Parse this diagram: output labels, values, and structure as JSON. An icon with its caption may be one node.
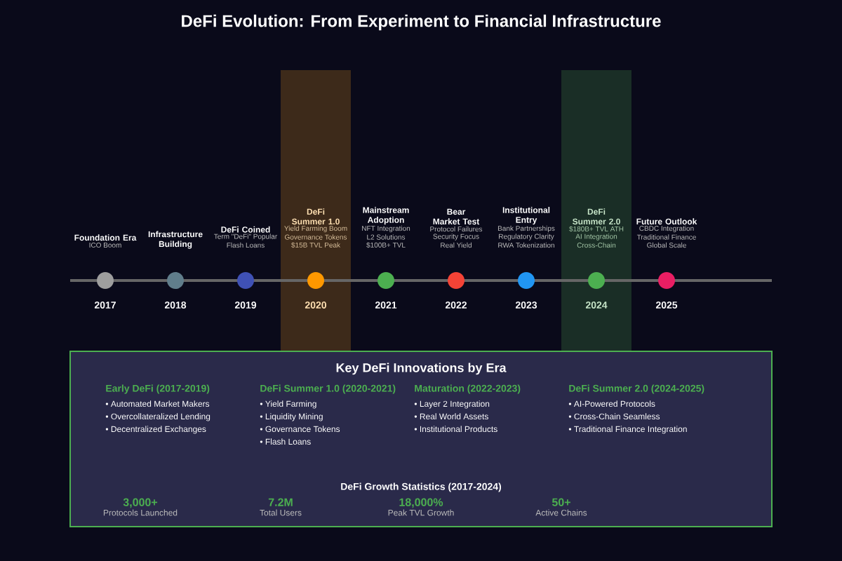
{
  "diagram": {
    "title": "DeFi Evolution: From Experiment to Financial Infrastructure",
    "nodes": [
      {
        "text": [],
        "shape": "circle",
        "beside": [
          "Foundation Era",
          "ICO Boom",
          "2017"
        ]
      },
      {
        "text": [],
        "shape": "circle",
        "beside": [
          "Infrastructure Building",
          "2018"
        ]
      },
      {
        "text": [],
        "shape": "circle",
        "beside": [
          "DeFi Coined",
          "Term \"DeFi\" Popular",
          "Flash Loans",
          "2019"
        ]
      },
      {
        "text": [],
        "shape": "circle",
        "beside": [
          "DeFi Summer 1.0",
          "Yield Farming Boom",
          "Governance Tokens",
          "$15B TVL Peak",
          "2020"
        ]
      },
      {
        "text": [],
        "shape": "circle",
        "beside": [
          "Mainstream Adoption",
          "NFT Integration",
          "L2 Solutions",
          "$100B+ TVL",
          "2021"
        ]
      },
      {
        "text": [],
        "shape": "circle",
        "beside": [
          "Bear Market Test",
          "Protocol Failures",
          "Security Focus",
          "Real Yield",
          "2022"
        ]
      },
      {
        "text": [],
        "shape": "circle",
        "beside": [
          "Institutional Entry",
          "Bank Partnerships",
          "Regulatory Clarity",
          "RWA Tokenization",
          "2023"
        ]
      },
      {
        "text": [],
        "shape": "circle",
        "beside": [
          "DeFi Summer 2.0",
          "$180B+ TVL ATH",
          "AI Integration",
          "Cross-Chain",
          "2024"
        ]
      },
      {
        "text": [],
        "shape": "circle",
        "beside": [
          "Future Outlook",
          "CBDC Integration",
          "Traditional Finance",
          "Global Scale",
          "2025"
        ]
      },
      {
        "text": [
          "Key DeFi Innovations by Era"
        ]
      }
    ],
    "labels": [
      "Early DeFi (2017-2019)",
      "• Automated Market Makers",
      "• Overcollateralized Lending",
      "• Decentralized Exchanges",
      "DeFi Summer 1.0 (2020-2021)",
      "• Yield Farming",
      "• Liquidity Mining",
      "• Governance Tokens",
      "• Flash Loans",
      "Maturation (2022-2023)",
      "• Layer 2 Integration",
      "• Real World Assets",
      "• Institutional Products",
      "DeFi Summer 2.0 (2024-2025)",
      "• AI-Powered Protocols",
      "• Cross-Chain Seamless",
      "• Traditional Finance Integration",
      "DeFi Growth Statistics (2017-2024)",
      "3,000+",
      "Protocols Launched",
      "7.2M",
      "Total Users",
      "18,000%",
      "Peak TVL Growth",
      "50+",
      "Active Chains"
    ]
  }
}
